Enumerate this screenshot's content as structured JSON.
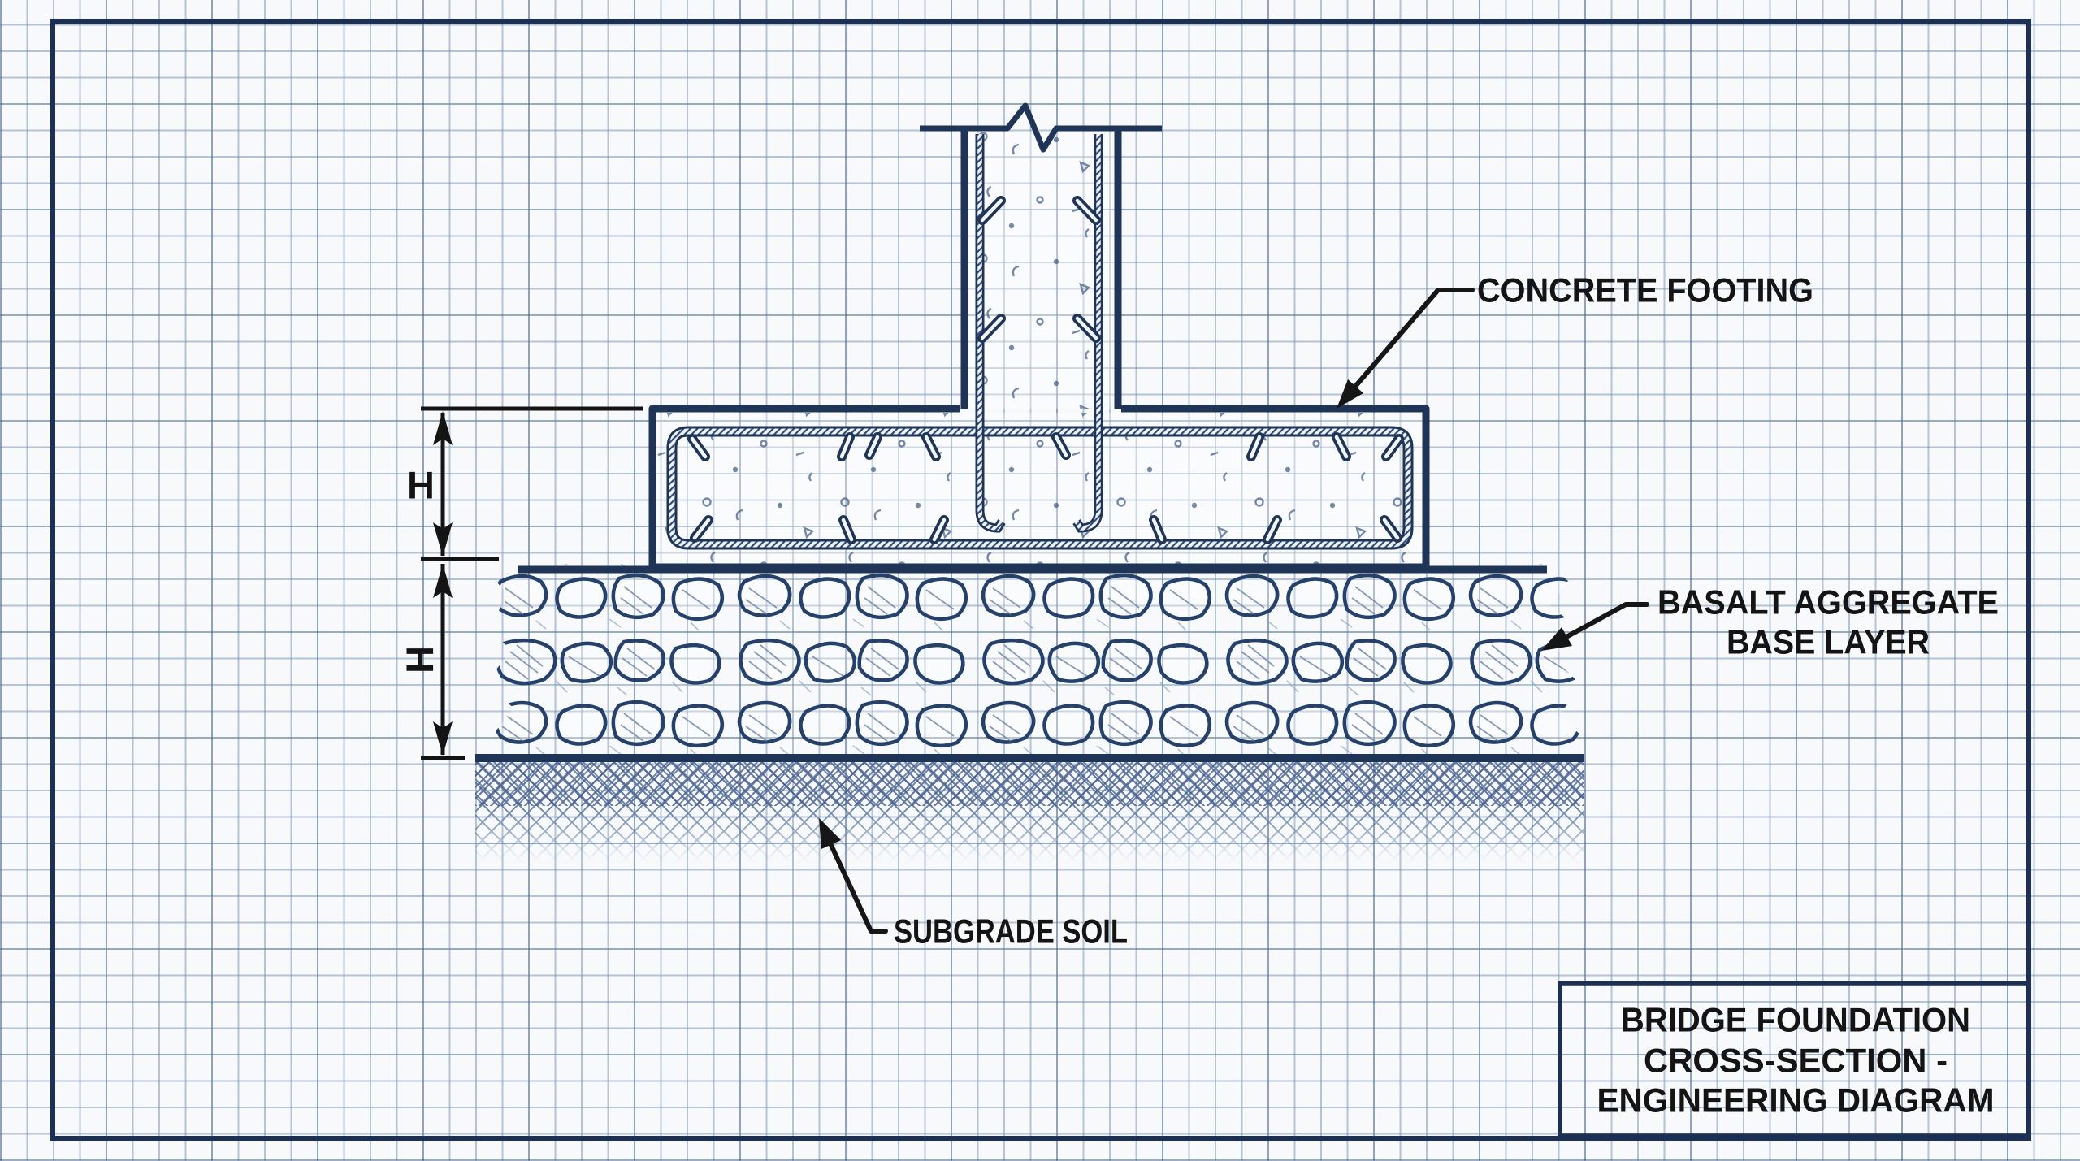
{
  "page": {
    "paper_color": "#f7f9fb",
    "grid_color": "#7e9dc2",
    "border_color": "#1b3054",
    "ink_color": "#1e3557",
    "annotation_color": "#141414"
  },
  "labels": {
    "concrete_footing": "CONCRETE FOOTING",
    "basalt_aggregate_line1": "BASALT AGGREGATE",
    "basalt_aggregate_line2": "BASE LAYER",
    "subgrade_soil": "SUBGRADE SOIL"
  },
  "dimensions": {
    "footing_thickness": "H",
    "base_layer_thickness": "H"
  },
  "title_block": {
    "line1": "BRIDGE FOUNDATION",
    "line2": "CROSS-SECTION -",
    "line3": "ENGINEERING DIAGRAM"
  }
}
